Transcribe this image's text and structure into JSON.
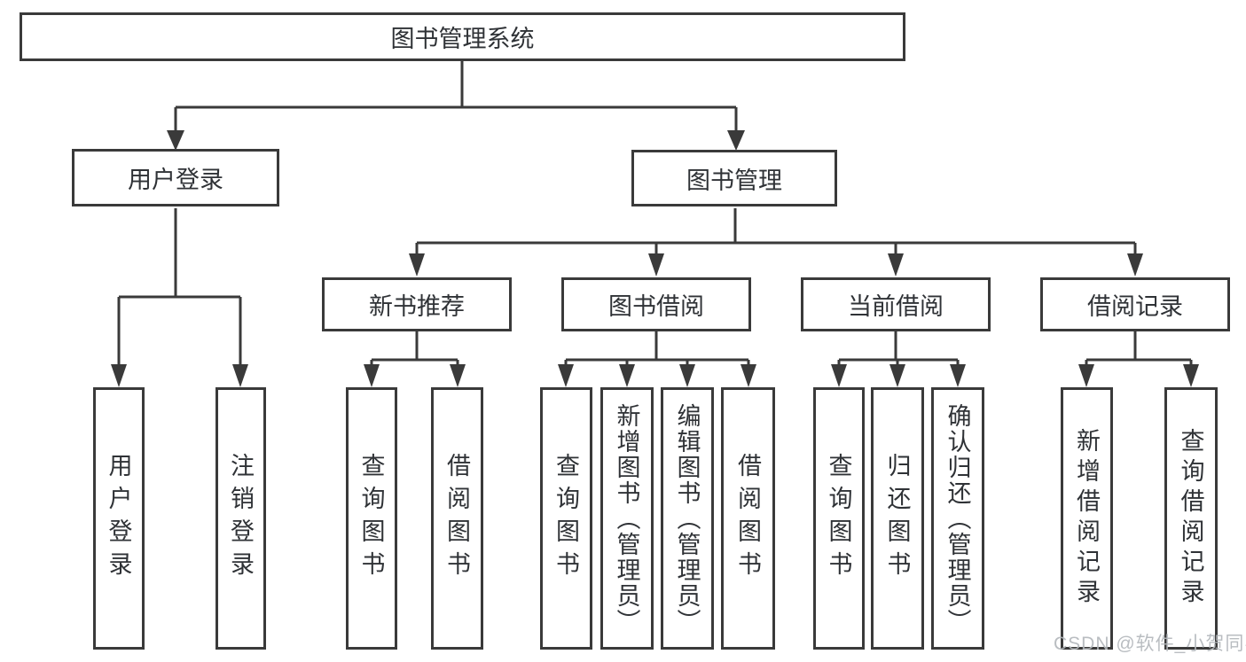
{
  "tree": {
    "root": {
      "label": "图书管理系统",
      "children": [
        {
          "label": "用户登录",
          "children": [
            {
              "label": "用户登录"
            },
            {
              "label": "注销登录"
            }
          ]
        },
        {
          "label": "图书管理",
          "children": [
            {
              "label": "新书推荐",
              "children": [
                {
                  "label": "查询图书"
                },
                {
                  "label": "借阅图书"
                }
              ]
            },
            {
              "label": "图书借阅",
              "children": [
                {
                  "label": "查询图书"
                },
                {
                  "label": "新增图书（管理员）"
                },
                {
                  "label": "编辑图书（管理员）"
                },
                {
                  "label": "借阅图书"
                }
              ]
            },
            {
              "label": "当前借阅",
              "children": [
                {
                  "label": "查询图书"
                },
                {
                  "label": "归还图书"
                },
                {
                  "label": "确认归还（管理员）"
                }
              ]
            },
            {
              "label": "借阅记录",
              "children": [
                {
                  "label": "新增借阅记录"
                },
                {
                  "label": "查询借阅记录"
                }
              ]
            }
          ]
        }
      ]
    }
  },
  "watermark": {
    "text": "CSDN @软件_小贺同学"
  },
  "colors": {
    "line": "#3a3a3a",
    "text": "#2f3236",
    "background": "#ffffff",
    "watermark": "#b4b8bc"
  }
}
